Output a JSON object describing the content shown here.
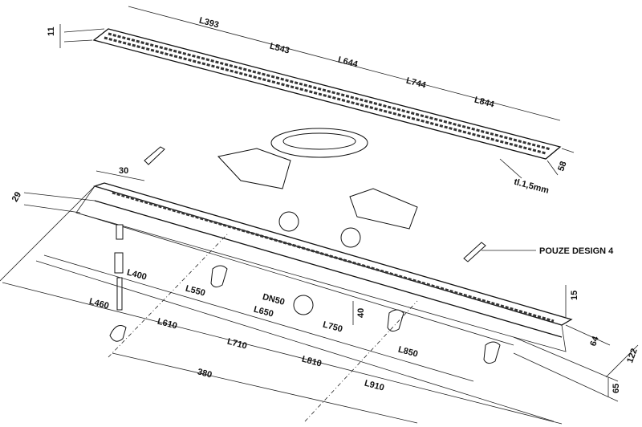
{
  "grate": {
    "lengths": [
      "L393",
      "L543",
      "L644",
      "L744",
      "L844"
    ],
    "height": "11",
    "width": "58",
    "thickness": "tl.1,5mm"
  },
  "channel": {
    "dim_30": "30",
    "dim_29": "29",
    "outlet": "DN50",
    "outlet_height": "40",
    "rim_height": "15",
    "inner_width": "64",
    "outer_width": "122",
    "foot_height": "65",
    "dim_380": "380",
    "lengths": [
      "L400",
      "L460",
      "L550",
      "L610",
      "L650",
      "L710",
      "L750",
      "L810",
      "L850",
      "L910"
    ]
  },
  "note": "POUZE DESIGN 4"
}
